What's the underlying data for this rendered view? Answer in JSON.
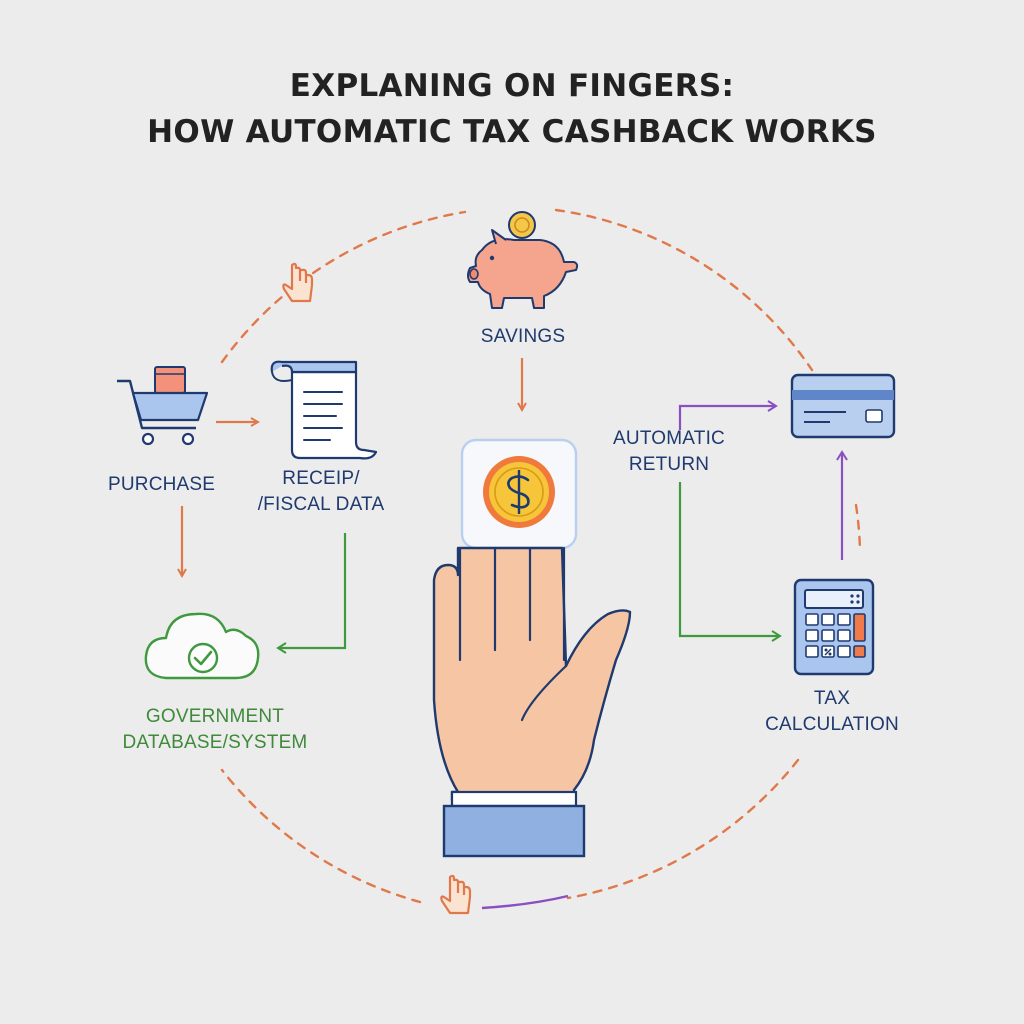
{
  "title": {
    "line1": "EXPLANING ON FINGERS:",
    "line2": "HOW AUTOMATIC TAX CASHBACK WORKS"
  },
  "nodes": {
    "savings": {
      "label": "SAVINGS",
      "icon": "piggy-bank-icon"
    },
    "purchase": {
      "label": "PURCHASE",
      "icon": "shopping-cart-icon"
    },
    "receipt": {
      "label_line1": "RECEIP/",
      "label_line2": "/FISCAL DATA",
      "icon": "receipt-icon"
    },
    "government": {
      "label_line1": "GOVERNMENT",
      "label_line2": "DATABASE/SYSTEM",
      "icon": "cloud-check-icon"
    },
    "automatic_return": {
      "label_line1": "AUTOMATIC",
      "label_line2": "RETURN"
    },
    "card": {
      "icon": "credit-card-icon"
    },
    "tax": {
      "label_line1": "TAX",
      "label_line2": "CALCULATION",
      "icon": "calculator-icon"
    },
    "center": {
      "icons": [
        "coin-icon",
        "hand-icon"
      ]
    }
  },
  "colors": {
    "orange": "#e0784a",
    "green": "#3f9a3f",
    "purple": "#8a4fc0",
    "navy": "#1f3a6e",
    "skin": "#f6c5a4",
    "light_blue": "#b9cff0",
    "background": "#ececec"
  }
}
